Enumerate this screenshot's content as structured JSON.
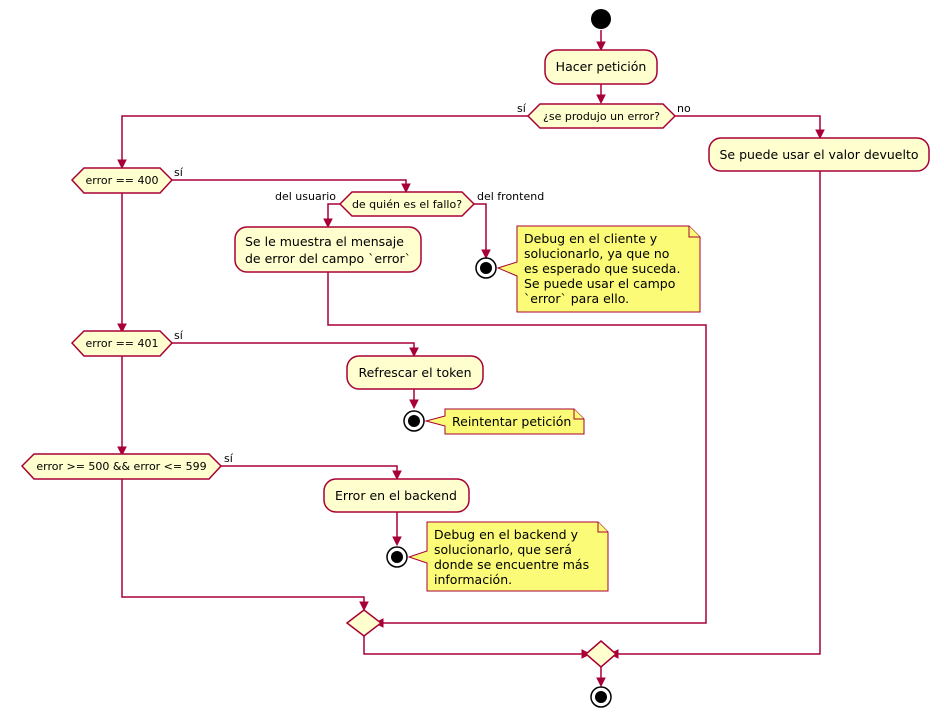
{
  "colors": {
    "node_fill": "#FEFECE",
    "border": "#A80036",
    "note_fill": "#FBFB77",
    "start_stop": "#000000"
  },
  "activities": {
    "hacer_peticion": "Hacer petición",
    "usar_valor": "Se puede usar el valor devuelto",
    "mensaje_error": [
      "Se le muestra el mensaje",
      "de error del campo `error`"
    ],
    "refrescar_token": "Refrescar el token",
    "error_backend": "Error en el backend"
  },
  "decisions": {
    "se_produjo_error": "¿se produjo un error?",
    "error_400": "error == 400",
    "de_quien": "de quién es el fallo?",
    "error_401": "error == 401",
    "error_500": "error >= 500 && error <= 599"
  },
  "labels": {
    "si": "sí",
    "no": "no",
    "del_usuario": "del usuario",
    "del_frontend": "del frontend"
  },
  "notes": {
    "frontend": [
      "Debug en el cliente y",
      "solucionarlo, ya que no",
      "es esperado que suceda.",
      "Se puede usar el campo",
      "`error` para ello."
    ],
    "reintentar": [
      "Reintentar petición"
    ],
    "backend": [
      "Debug en el backend y",
      "solucionarlo, que será",
      "donde se encuentre más",
      "información."
    ]
  }
}
